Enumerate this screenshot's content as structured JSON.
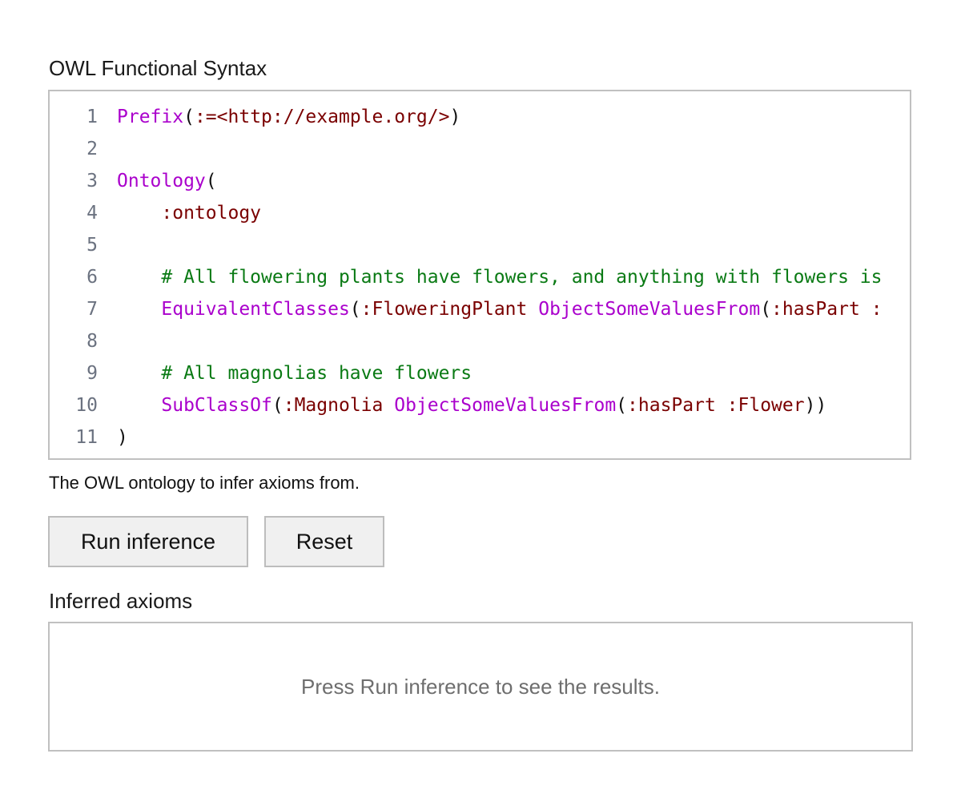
{
  "editor_label": "OWL Functional Syntax",
  "editor": {
    "lines": [
      {
        "n": "1",
        "tokens": [
          {
            "t": "Prefix",
            "c": "kw"
          },
          {
            "t": "(",
            "c": "pn"
          },
          {
            "t": ":=",
            "c": "ent"
          },
          {
            "t": "<http://example.org/>",
            "c": "ent"
          },
          {
            "t": ")",
            "c": "pn"
          }
        ]
      },
      {
        "n": "2",
        "tokens": []
      },
      {
        "n": "3",
        "tokens": [
          {
            "t": "Ontology",
            "c": "kw"
          },
          {
            "t": "(",
            "c": "pn"
          }
        ]
      },
      {
        "n": "4",
        "tokens": [
          {
            "t": "    ",
            "c": "pn"
          },
          {
            "t": ":ontology",
            "c": "ent"
          }
        ]
      },
      {
        "n": "5",
        "tokens": []
      },
      {
        "n": "6",
        "tokens": [
          {
            "t": "    ",
            "c": "pn"
          },
          {
            "t": "# All flowering plants have flowers, and anything with flowers is",
            "c": "cm"
          }
        ]
      },
      {
        "n": "7",
        "tokens": [
          {
            "t": "    ",
            "c": "pn"
          },
          {
            "t": "EquivalentClasses",
            "c": "kw"
          },
          {
            "t": "(",
            "c": "pn"
          },
          {
            "t": ":FloweringPlant",
            "c": "ent"
          },
          {
            "t": " ",
            "c": "pn"
          },
          {
            "t": "ObjectSomeValuesFrom",
            "c": "kw"
          },
          {
            "t": "(",
            "c": "pn"
          },
          {
            "t": ":hasPart",
            "c": "ent"
          },
          {
            "t": " ",
            "c": "pn"
          },
          {
            "t": ":",
            "c": "ent"
          }
        ]
      },
      {
        "n": "8",
        "tokens": []
      },
      {
        "n": "9",
        "tokens": [
          {
            "t": "    ",
            "c": "pn"
          },
          {
            "t": "# All magnolias have flowers",
            "c": "cm"
          }
        ]
      },
      {
        "n": "10",
        "tokens": [
          {
            "t": "    ",
            "c": "pn"
          },
          {
            "t": "SubClassOf",
            "c": "kw"
          },
          {
            "t": "(",
            "c": "pn"
          },
          {
            "t": ":Magnolia",
            "c": "ent"
          },
          {
            "t": " ",
            "c": "pn"
          },
          {
            "t": "ObjectSomeValuesFrom",
            "c": "kw"
          },
          {
            "t": "(",
            "c": "pn"
          },
          {
            "t": ":hasPart",
            "c": "ent"
          },
          {
            "t": " ",
            "c": "pn"
          },
          {
            "t": ":Flower",
            "c": "ent"
          },
          {
            "t": "))",
            "c": "pn"
          }
        ]
      },
      {
        "n": "11",
        "tokens": [
          {
            "t": ")",
            "c": "pn"
          }
        ]
      }
    ]
  },
  "editor_help": "The OWL ontology to infer axioms from.",
  "buttons": {
    "run": "Run inference",
    "reset": "Reset"
  },
  "results_label": "Inferred axioms",
  "results_placeholder": "Press Run inference to see the results.",
  "colors": {
    "keyword": "#aa00cc",
    "entity": "#7a0000",
    "comment": "#0a7a14",
    "line_number": "#6b7280",
    "border": "#c0c0c0",
    "button_bg": "#f0f0f0"
  }
}
